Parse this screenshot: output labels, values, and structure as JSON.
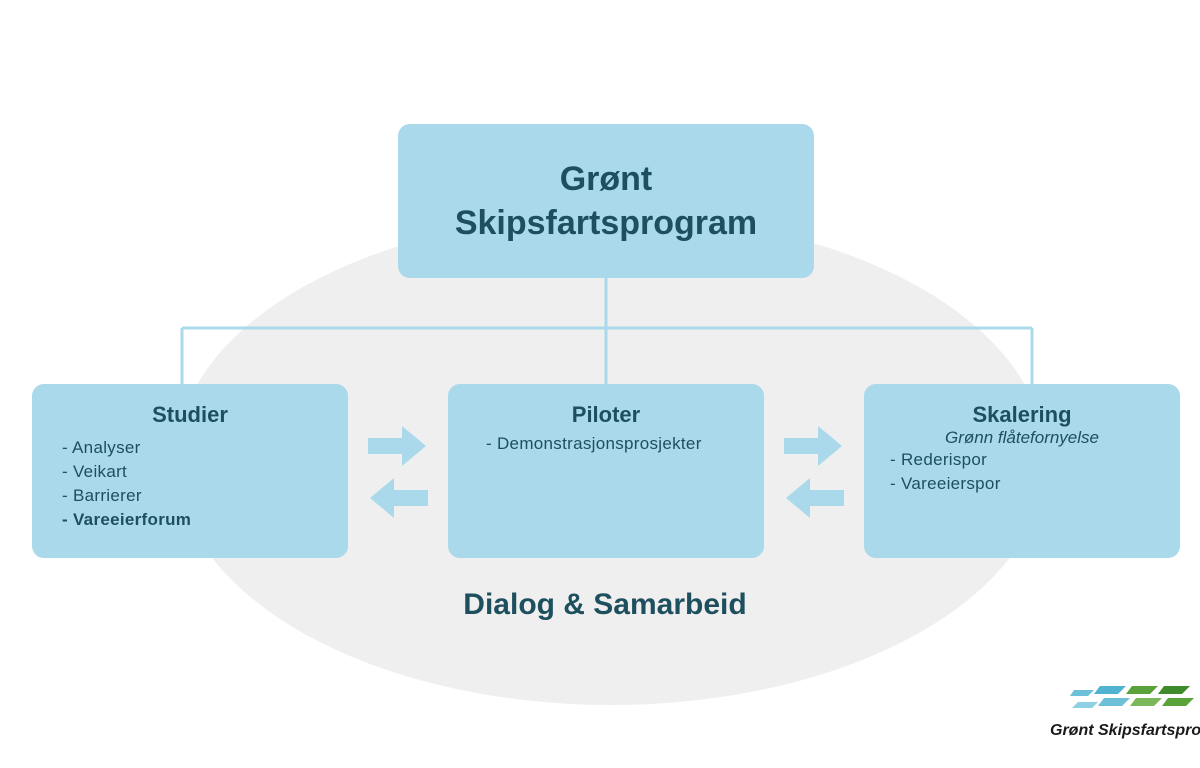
{
  "top": {
    "line1": "Grønt",
    "line2": "Skipsfartsprogram"
  },
  "studier": {
    "title": "Studier",
    "items": [
      "- Analyser",
      "- Veikart",
      "- Barrierer",
      "- Vareeierforum"
    ]
  },
  "piloter": {
    "title": "Piloter",
    "items": [
      "- Demonstrasjonsprosjekter"
    ]
  },
  "skalering": {
    "title": "Skalering",
    "subtitle": "Grønn flåtefornyelse",
    "items": [
      "- Rederispor",
      "- Vareeierspor"
    ]
  },
  "bottom_label": "Dialog & Samarbeid",
  "logo": {
    "text": "Grønt Skipsfartsprogram"
  },
  "colors": {
    "box": "#a9d9ea",
    "text": "#1e4f5f",
    "arrow": "#a9d9ea",
    "ellipse": "#efefef",
    "logo_green": "#5aa23a",
    "logo_blue": "#6cc0d8"
  }
}
